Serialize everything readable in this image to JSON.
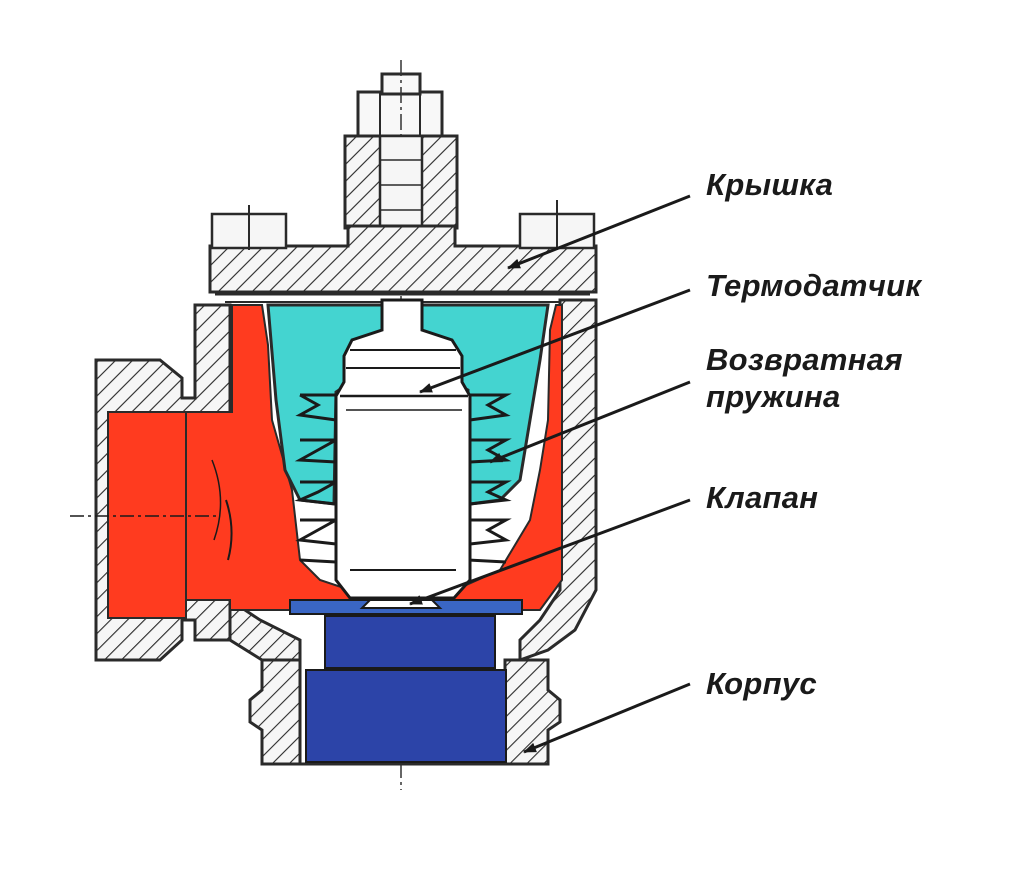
{
  "labels": {
    "lid": "Крышка",
    "sensor": "Термодатчик",
    "spring_line1": "Возвратная",
    "spring_line2": "пружина",
    "valve": "Клапан",
    "body": "Корпус"
  },
  "colors": {
    "hot_water": "#ff3b1f",
    "coolant": "#44d4d0",
    "cold_water": "#2c44a8",
    "metal_line": "#2a2a2a",
    "metal_fill": "#f4f4f4"
  }
}
